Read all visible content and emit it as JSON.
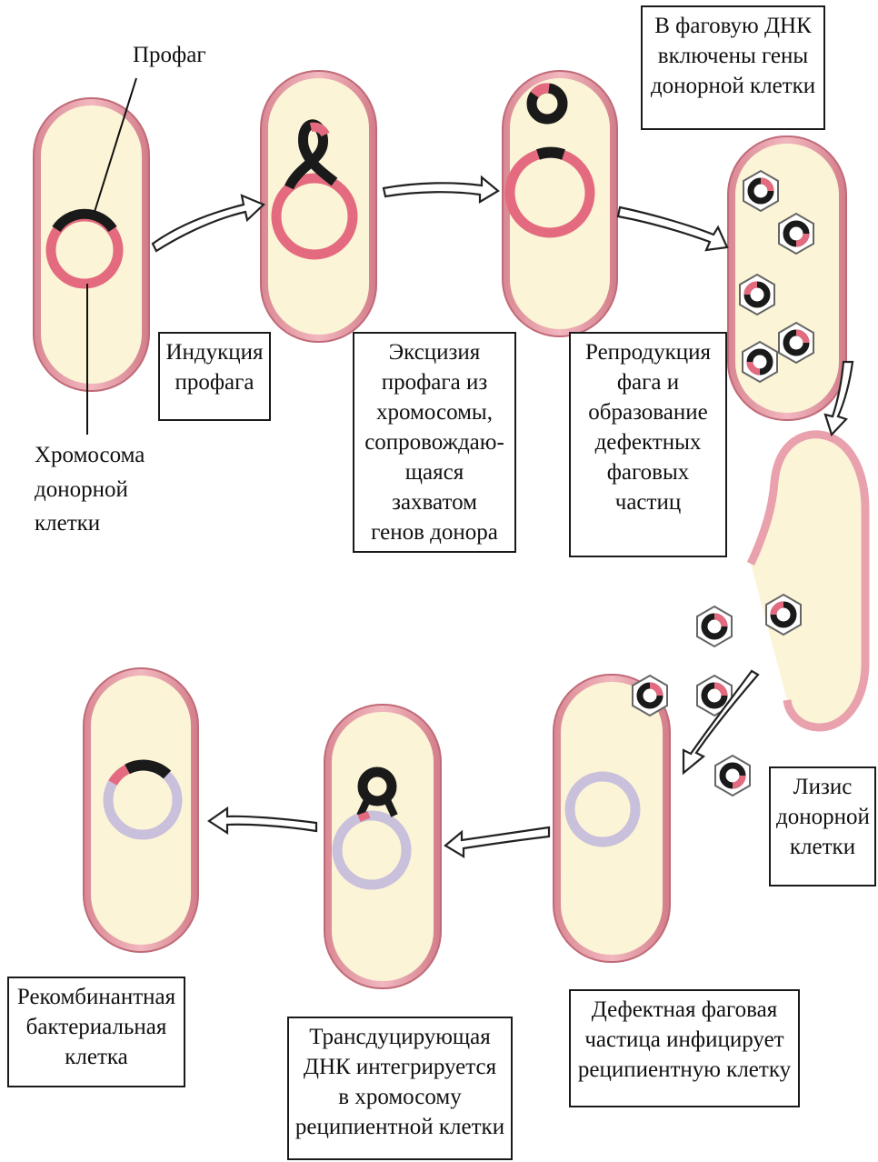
{
  "labels": {
    "prophage": "Профаг",
    "donor_chromosome": [
      "Хромосома",
      "донорной",
      "клетки"
    ],
    "induction": [
      "Индукция",
      "профага"
    ],
    "excision": [
      "Эксцизия",
      "профага из",
      "хромосомы,",
      "сопровождаю-",
      "щаяся захватом",
      "генов донора"
    ],
    "donor_genes": [
      "В фаговую ДНК",
      "включены гены",
      "донорной клетки"
    ],
    "reproduction": [
      "Репродукция",
      "фага и",
      "образование",
      "дефектных",
      "фаговых",
      "частиц"
    ],
    "lysis": [
      "Лизис",
      "донорной",
      "клетки"
    ],
    "infection": [
      "Дефектная фаговая",
      "частица инфицирует",
      "реципиентную клетку"
    ],
    "integration": [
      "Трансдуцирующая",
      "ДНК интегрируется",
      "в хромосому",
      "реципиентной клетки"
    ],
    "recombinant": [
      "Рекомбинантная",
      "бактериальная",
      "клетка"
    ]
  },
  "colors": {
    "cell_fill": "#fbf4d6",
    "cell_wall": "#e9a2ad",
    "cell_wall_dark": "#c9727f",
    "donor_dna": "#e46b7f",
    "recipient_dna": "#c9c0dc",
    "phage_dna": "#1a1a1a",
    "arrow_fill": "#ffffff",
    "arrow_stroke": "#222222"
  }
}
